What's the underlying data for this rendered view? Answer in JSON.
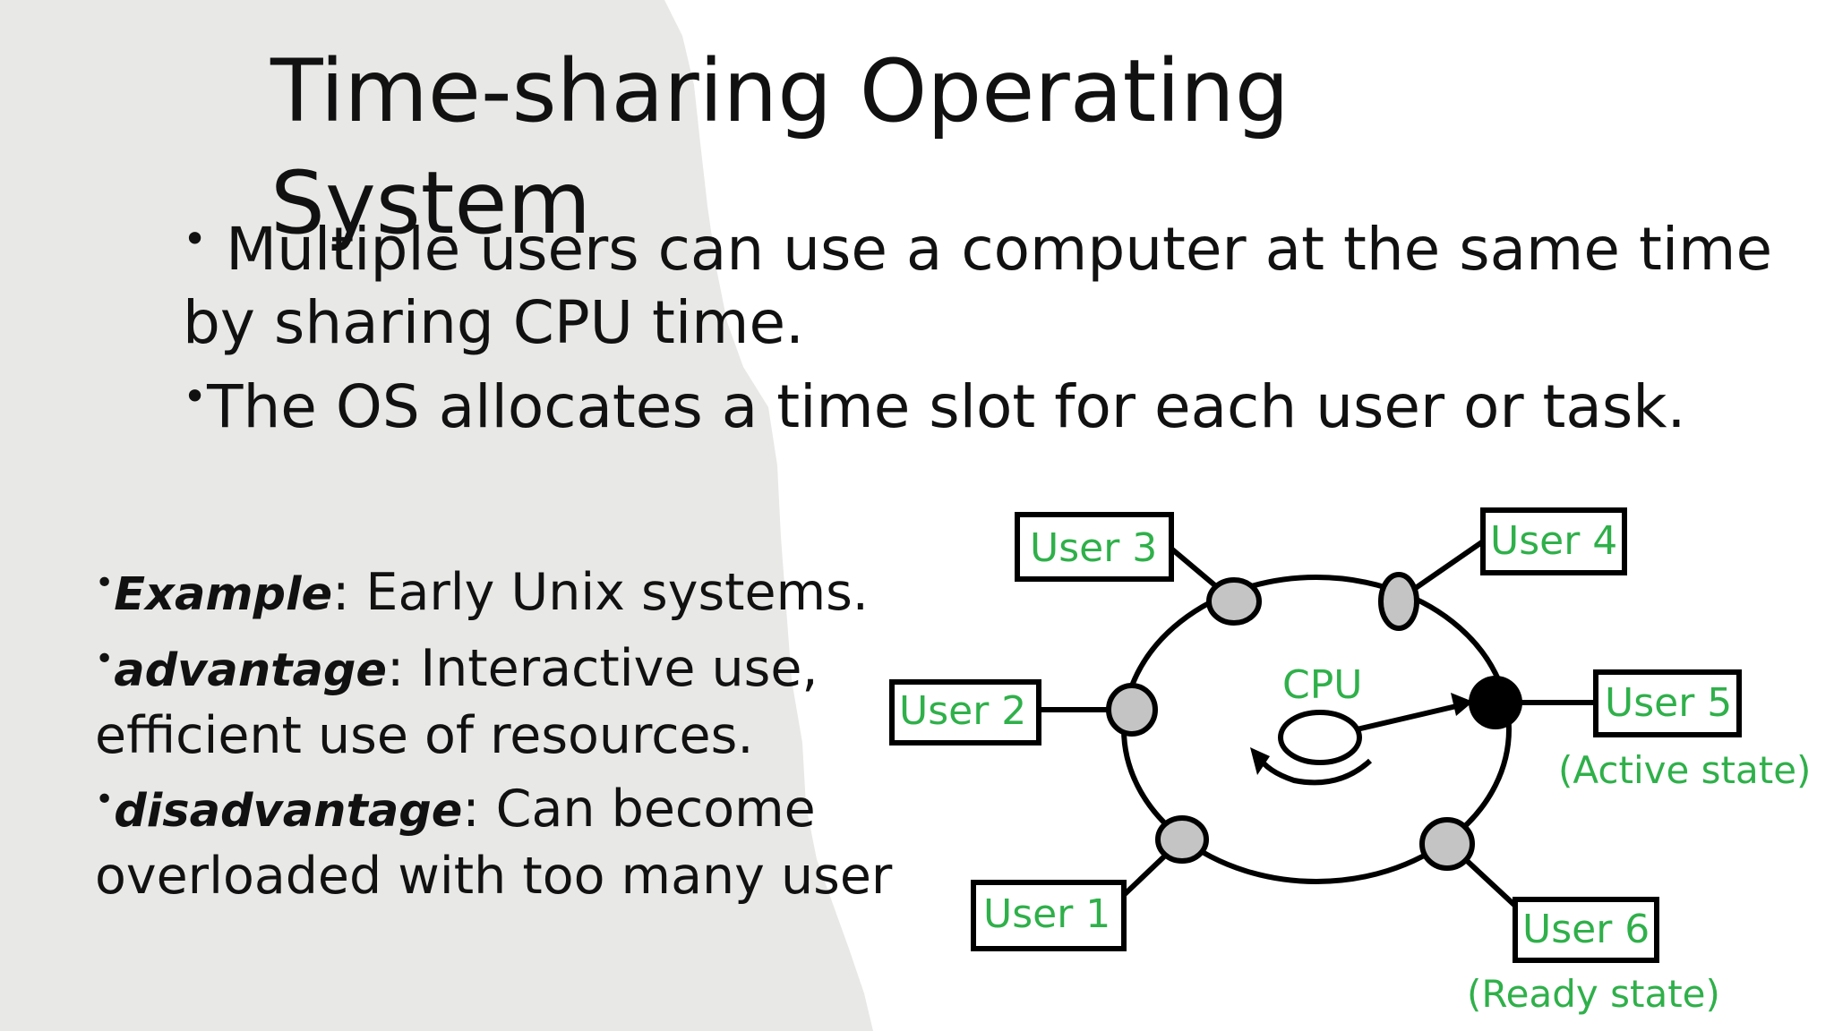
{
  "title": "Time-sharing Operating System",
  "top_bullets": {
    "line1": "Multiple users can use a computer at the same time",
    "line2": "by sharing CPU time.",
    "line3": "The OS allocates a time slot for each user or task."
  },
  "left_bullets": {
    "example_key": "Example",
    "example_text": ": Early Unix systems.",
    "advantage_key": "advantage",
    "advantage_text": ": Interactive use,",
    "advantage_text2": "efficient use of resources.",
    "disadvantage_key": "disadvantage",
    "disadvantage_text": ": Can become",
    "disadvantage_text2": "overloaded with too many user"
  },
  "diagram": {
    "cpu_label": "CPU",
    "users": [
      "User 1",
      "User 2",
      "User 3",
      "User 4",
      "User 5",
      "User 6"
    ],
    "user5_state": "(Active state)",
    "user6_state": "(Ready state)",
    "label_color": "#2fb04a"
  },
  "colors": {
    "torn_panel": "#e8e8e6",
    "text": "#111111"
  }
}
